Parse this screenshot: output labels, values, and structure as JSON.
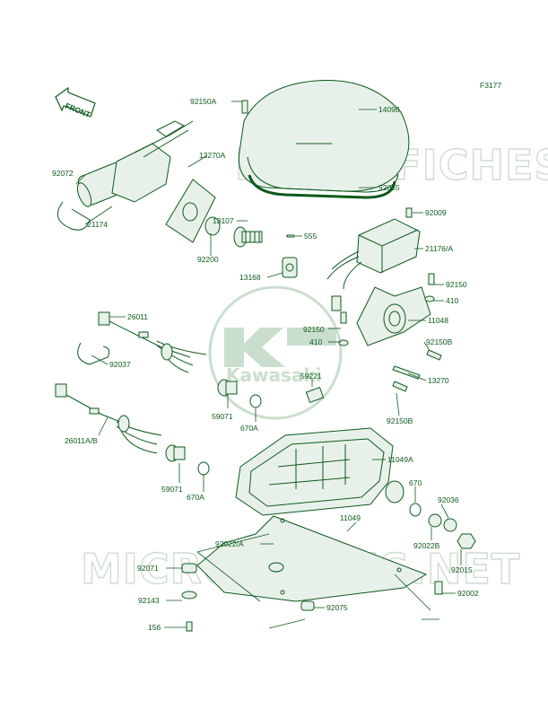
{
  "figure_code": "F3177",
  "front_label": "FRONT",
  "watermark_text": "MICROFICHES.NET",
  "logo_text": "Kawasaki",
  "colors": {
    "ink": "#0c5a1c",
    "watermark": "#cfdcd1",
    "logo": "#b9d3bd"
  },
  "labels": [
    "92150A",
    "14090",
    "13270A",
    "92072",
    "21174",
    "92055",
    "13107",
    "92200",
    "555",
    "92009",
    "21176/A",
    "13168",
    "92150",
    "410",
    "11048",
    "26011",
    "92150",
    "410",
    "92150B",
    "92037",
    "59221",
    "13270",
    "59071",
    "670A",
    "92150B",
    "26011A/B",
    "11049A",
    "59071",
    "670A",
    "670",
    "92036",
    "11049",
    "92022B",
    "92022/A",
    "92071",
    "92015",
    "92002",
    "92143",
    "92075",
    "156"
  ]
}
